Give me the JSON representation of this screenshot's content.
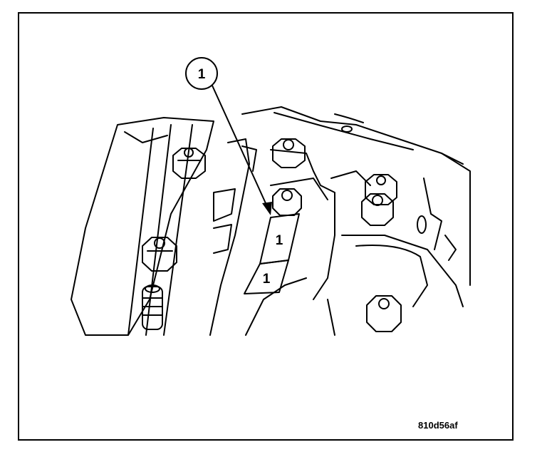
{
  "callout": {
    "number": "1"
  },
  "cap_marks": [
    "1",
    "1"
  ],
  "figure_code": "810d56af"
}
